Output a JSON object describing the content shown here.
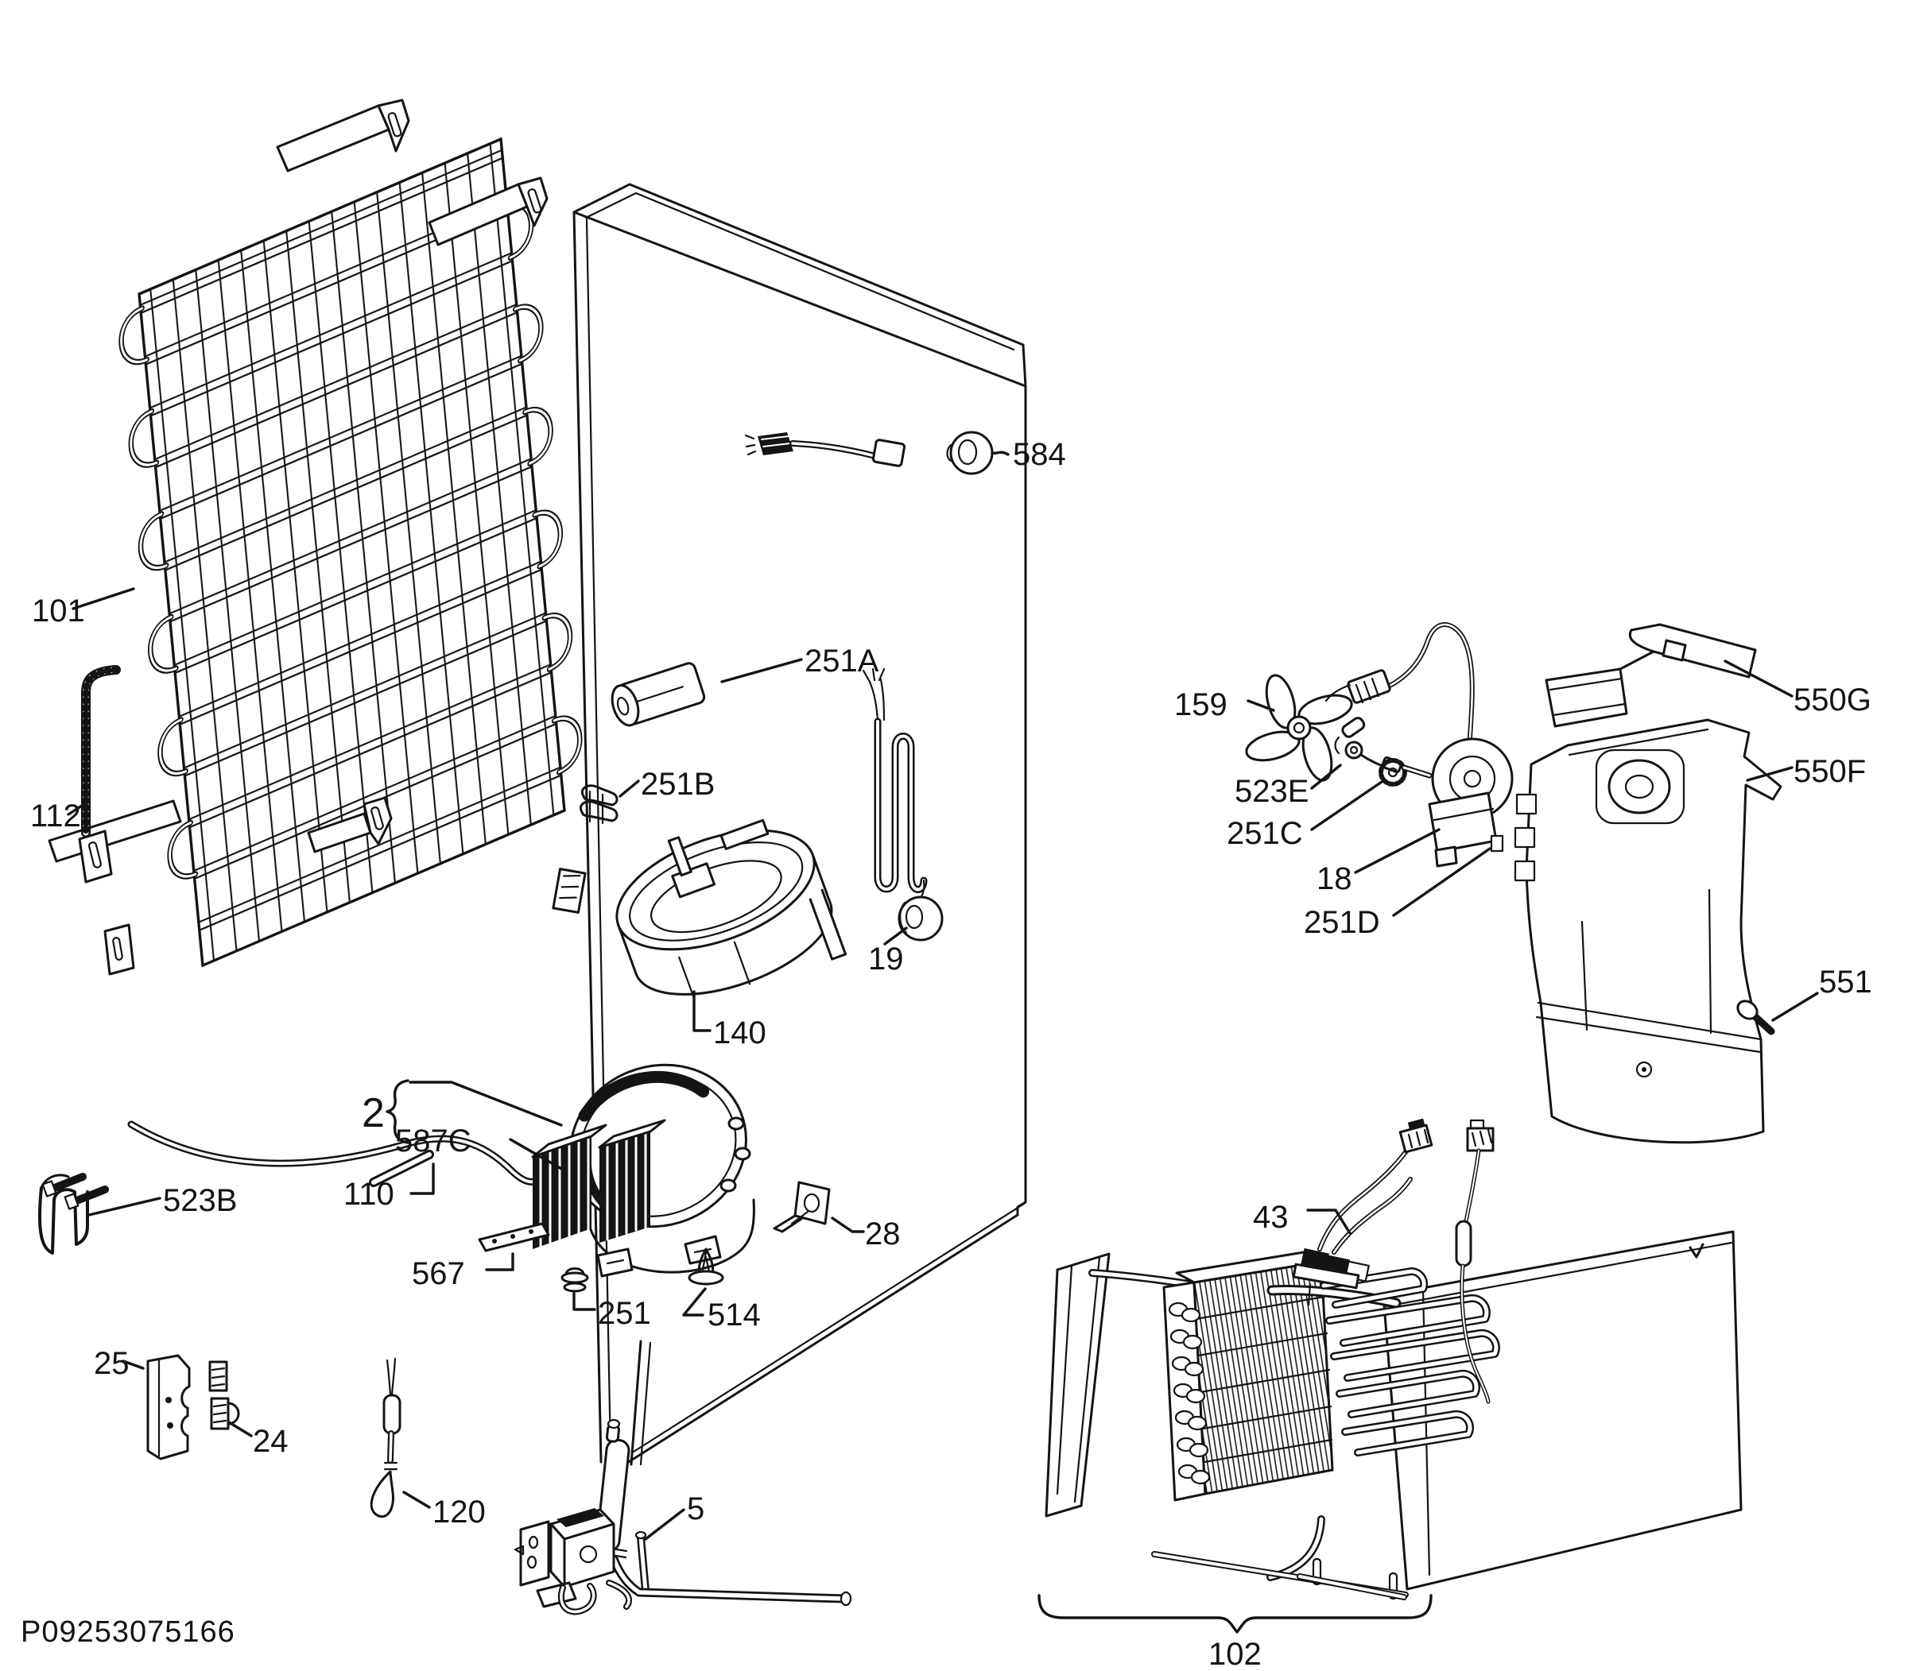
{
  "page": {
    "background": "#ffffff",
    "ink": "#141414",
    "kind": "exploded-parts-diagram",
    "subject": "refrigerator cooling-system parts"
  },
  "document": {
    "code": "P09253075166"
  },
  "labels": {
    "101": {
      "text": "101"
    },
    "112": {
      "text": "112"
    },
    "584": {
      "text": "584"
    },
    "251A": {
      "text": "251A"
    },
    "251B": {
      "text": "251B"
    },
    "19": {
      "text": "19"
    },
    "140": {
      "text": "140"
    },
    "2": {
      "text": "2"
    },
    "587C": {
      "text": "587C"
    },
    "110": {
      "text": "110"
    },
    "567": {
      "text": "567"
    },
    "251": {
      "text": "251"
    },
    "514": {
      "text": "514"
    },
    "28": {
      "text": "28"
    },
    "523B": {
      "text": "523B"
    },
    "25": {
      "text": "25"
    },
    "24": {
      "text": "24"
    },
    "120": {
      "text": "120"
    },
    "5": {
      "text": "5"
    },
    "159": {
      "text": "159"
    },
    "523E": {
      "text": "523E"
    },
    "251C": {
      "text": "251C"
    },
    "18": {
      "text": "18"
    },
    "251D": {
      "text": "251D"
    },
    "550G": {
      "text": "550G"
    },
    "550F": {
      "text": "550F"
    },
    "551": {
      "text": "551"
    },
    "43": {
      "text": "43"
    },
    "102": {
      "text": "102"
    }
  }
}
